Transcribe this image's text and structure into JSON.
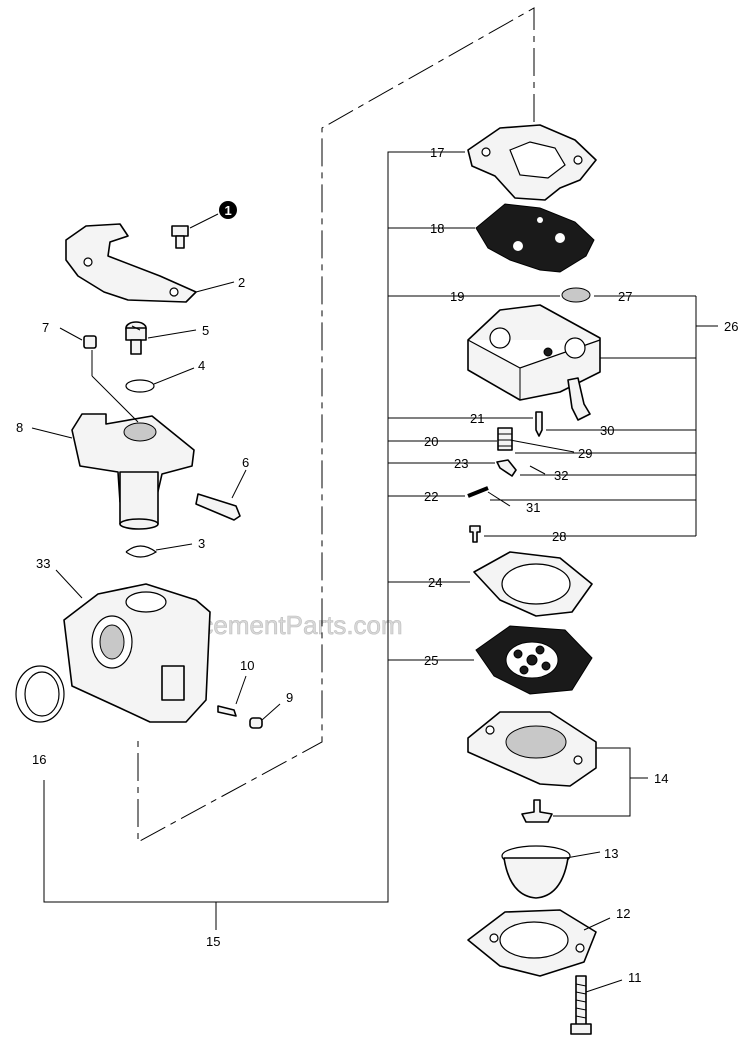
{
  "watermark": "eReplacementParts.com",
  "callouts": {
    "c1": "1",
    "c2": "2",
    "c3": "3",
    "c4": "4",
    "c5": "5",
    "c6": "6",
    "c7": "7",
    "c8": "8",
    "c9": "9",
    "c10": "10",
    "c11": "11",
    "c12": "12",
    "c13": "13",
    "c14": "14",
    "c15": "15",
    "c16": "16",
    "c17": "17",
    "c18": "18",
    "c19": "19",
    "c20": "20",
    "c21": "21",
    "c22": "22",
    "c23": "23",
    "c24": "24",
    "c25": "25",
    "c26": "26",
    "c27": "27",
    "c28": "28",
    "c29": "29",
    "c30": "30",
    "c31": "31",
    "c32": "32",
    "c33": "33"
  }
}
